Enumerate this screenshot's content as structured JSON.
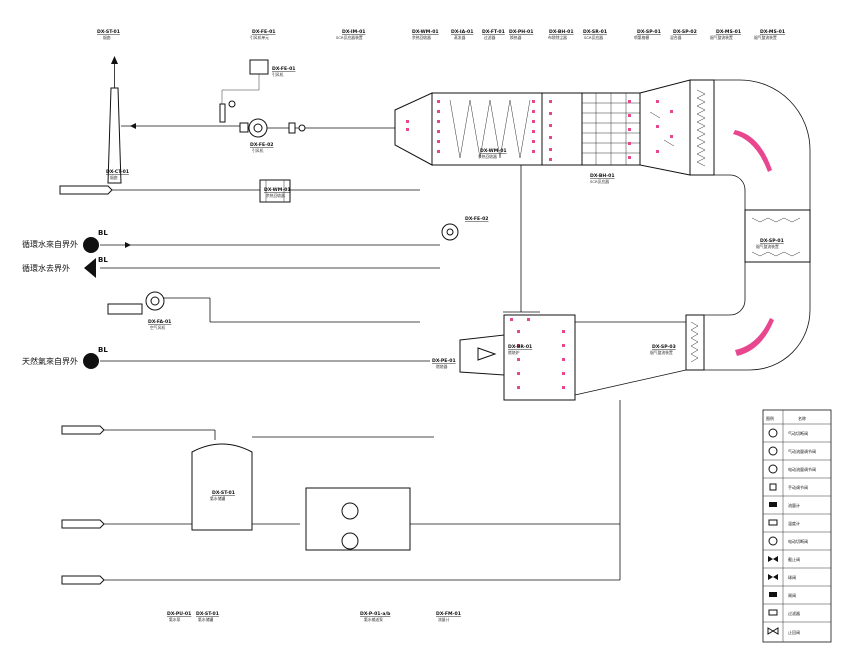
{
  "drawing": {
    "top_tags": [
      {
        "tag": "DX-ST-01",
        "desc": "烟囱"
      },
      {
        "tag": "DX-FE-01",
        "desc": "引风机单元"
      },
      {
        "tag": "DX-IM-01",
        "desc": "SCR反应器装置"
      },
      {
        "tag": "DX-WM-01",
        "desc": "余热回收器"
      },
      {
        "tag": "DX-IA-01",
        "desc": "蒸发器"
      },
      {
        "tag": "DX-FT-01",
        "desc": "过滤器"
      },
      {
        "tag": "DX-PH-01",
        "desc": "换热器"
      },
      {
        "tag": "DX-BH-01",
        "desc": "布袋除尘器"
      },
      {
        "tag": "DX-SR-01",
        "desc": "SCR反应器"
      },
      {
        "tag": "DX-SP-01",
        "desc": "喷氨格栅"
      },
      {
        "tag": "DX-SP-02",
        "desc": "混合器"
      },
      {
        "tag": "DX-MS-01",
        "desc": "烟气整流装置"
      },
      {
        "tag": "DX-MS-01",
        "desc": "烟气整流装置"
      }
    ],
    "left_labels": [
      "循環水來自界外",
      "循環水去界外",
      "天然氣來自界外"
    ],
    "bl_label": "BL",
    "equipment_tags": [
      {
        "tag": "DX-FE-01",
        "desc": "引风机"
      },
      {
        "tag": "DX-FE-02",
        "desc": "引风机"
      },
      {
        "tag": "DX-WM-01",
        "desc": "余热回收器"
      },
      {
        "tag": "DX-BH-01",
        "desc": "SCR反应器"
      },
      {
        "tag": "DX-SP-01",
        "desc": "烟气整流装置"
      },
      {
        "tag": "DX-PE-01",
        "desc": "燃烧器"
      },
      {
        "tag": "DX-FA-01",
        "desc": "空气风机"
      },
      {
        "tag": "DX-BR-01",
        "desc": "燃烧炉"
      },
      {
        "tag": "DX-SP-03",
        "desc": "烟气整流装置"
      },
      {
        "tag": "DX-ST-01",
        "desc": "氨水储罐"
      },
      {
        "tag": "DX-CT-01",
        "desc": "烟囱"
      }
    ],
    "bottom_tags": [
      {
        "tag": "DX-PU-01",
        "desc": "氨水泵"
      },
      {
        "tag": "DX-ST-01",
        "desc": "氨水储罐"
      },
      {
        "tag": "DX-P-01-a/b",
        "desc": "氨水输送泵"
      },
      {
        "tag": "DX-FM-01",
        "desc": "流量计"
      }
    ],
    "legend": {
      "headers": [
        "图例",
        "名称"
      ],
      "items": [
        "气动切断阀",
        "气动流量调节阀",
        "电动流量调节阀",
        "手动调节阀",
        "流量计",
        "温度计",
        "电动切断阀",
        "截止阀",
        "球阀",
        "闸阀",
        "过滤器",
        "止回阀"
      ]
    }
  }
}
